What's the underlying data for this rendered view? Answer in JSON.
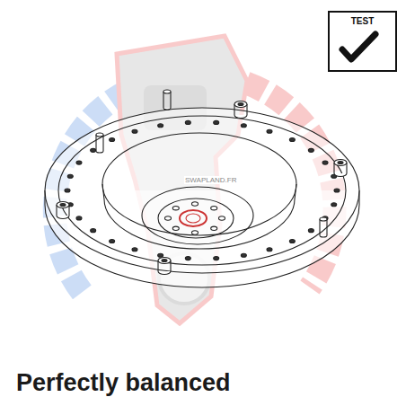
{
  "diagram": {
    "caption": "Perfectly balanced",
    "nodes": [
      {
        "text": [
          "TEST"
        ]
      }
    ],
    "labels": [
      "SWAPLAND.FR"
    ]
  }
}
